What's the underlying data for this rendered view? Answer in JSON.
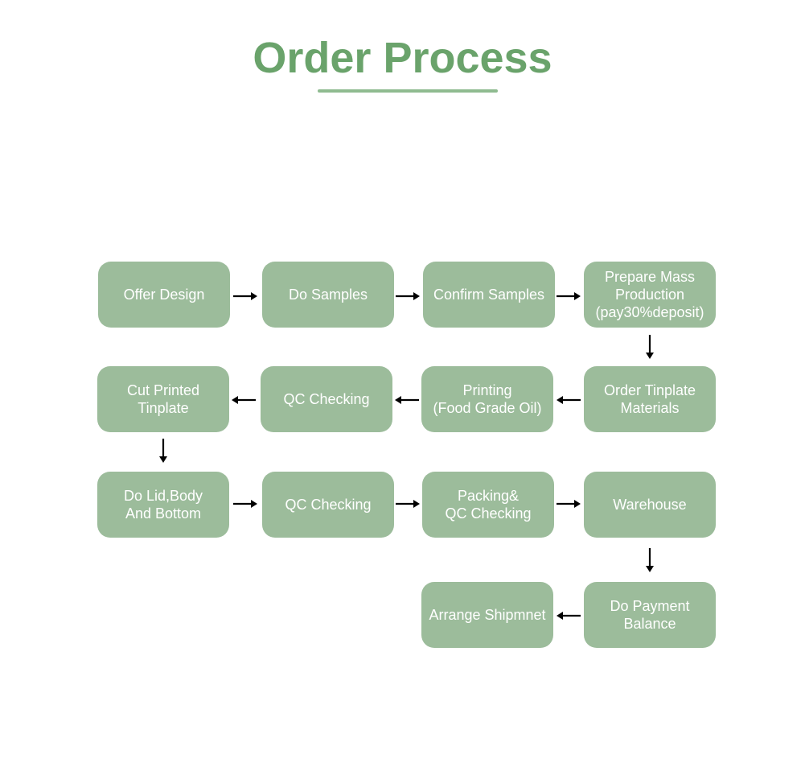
{
  "title": "Order Process",
  "colors": {
    "title": "#6aa36b",
    "underline": "#8fbb90",
    "box_fill": "#9cbc9b",
    "box_text": "#ffffff",
    "arrow": "#000000"
  },
  "steps": [
    {
      "id": "offer-design",
      "label": "Offer Design"
    },
    {
      "id": "do-samples",
      "label": "Do Samples"
    },
    {
      "id": "confirm-samples",
      "label": "Confirm Samples"
    },
    {
      "id": "prepare-mass-production",
      "label": "Prepare Mass\nProduction\n(pay30%deposit)"
    },
    {
      "id": "order-tinplate-materials",
      "label": "Order Tinplate\nMaterials"
    },
    {
      "id": "printing",
      "label": "Printing\n(Food Grade Oil)"
    },
    {
      "id": "qc-checking-1",
      "label": "QC Checking"
    },
    {
      "id": "cut-printed-tinplate",
      "label": "Cut Printed\nTinplate"
    },
    {
      "id": "do-lid-body-bottom",
      "label": "Do Lid,Body\nAnd Bottom"
    },
    {
      "id": "qc-checking-2",
      "label": "QC Checking"
    },
    {
      "id": "packing-qc-checking",
      "label": "Packing&\nQC Checking"
    },
    {
      "id": "warehouse",
      "label": "Warehouse"
    },
    {
      "id": "do-payment-balance",
      "label": "Do Payment\nBalance"
    },
    {
      "id": "arrange-shipment",
      "label": "Arrange Shipmnet"
    }
  ],
  "flow": [
    {
      "from": "offer-design",
      "to": "do-samples"
    },
    {
      "from": "do-samples",
      "to": "confirm-samples"
    },
    {
      "from": "confirm-samples",
      "to": "prepare-mass-production"
    },
    {
      "from": "prepare-mass-production",
      "to": "order-tinplate-materials"
    },
    {
      "from": "order-tinplate-materials",
      "to": "printing"
    },
    {
      "from": "printing",
      "to": "qc-checking-1"
    },
    {
      "from": "qc-checking-1",
      "to": "cut-printed-tinplate"
    },
    {
      "from": "cut-printed-tinplate",
      "to": "do-lid-body-bottom"
    },
    {
      "from": "do-lid-body-bottom",
      "to": "qc-checking-2"
    },
    {
      "from": "qc-checking-2",
      "to": "packing-qc-checking"
    },
    {
      "from": "packing-qc-checking",
      "to": "warehouse"
    },
    {
      "from": "warehouse",
      "to": "do-payment-balance"
    },
    {
      "from": "do-payment-balance",
      "to": "arrange-shipment"
    }
  ]
}
